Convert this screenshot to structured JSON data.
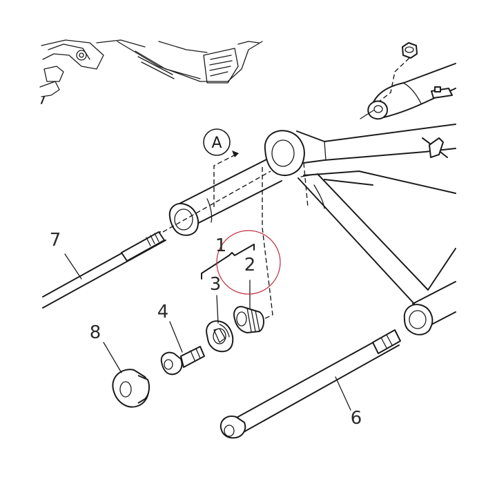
{
  "callouts": {
    "c1": "1",
    "c2": "2",
    "c3": "3",
    "c4": "4",
    "c6": "6",
    "c7": "7",
    "c8": "8"
  },
  "view_marker": {
    "label": "A"
  },
  "colors": {
    "line": "#1a1a1a",
    "highlight_circle": "#c0283a",
    "background": "#ffffff"
  }
}
